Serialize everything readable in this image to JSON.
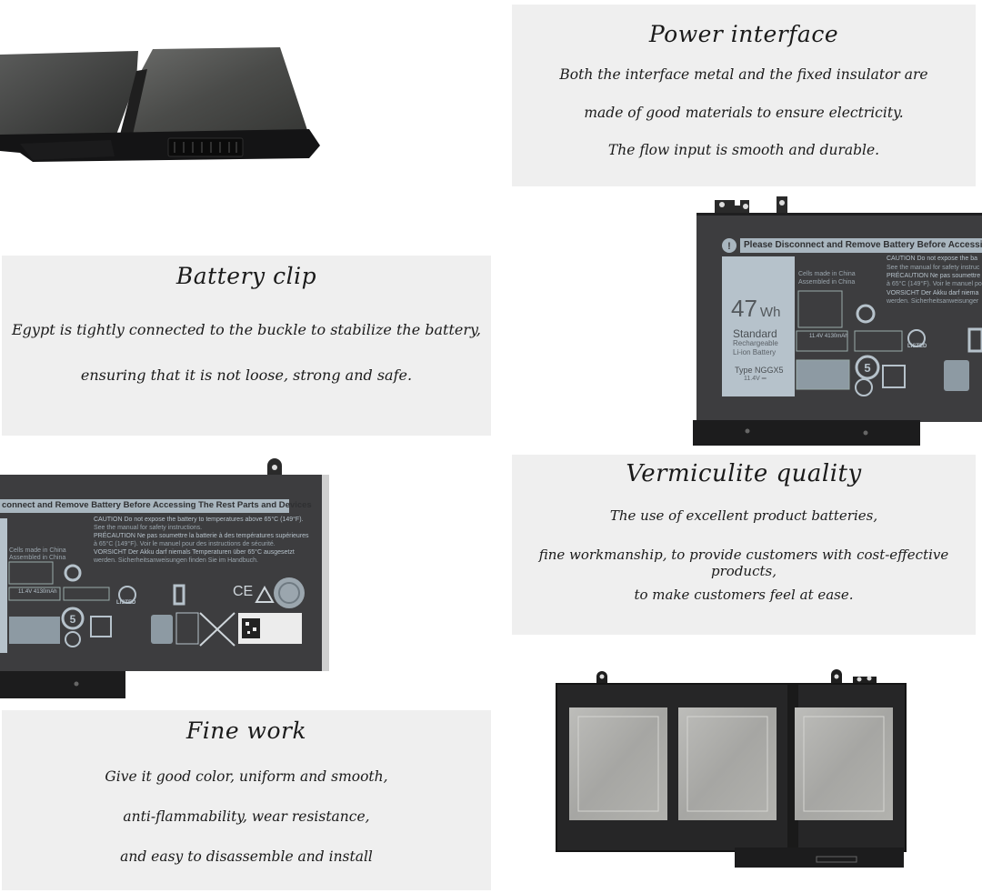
{
  "panels": {
    "power_interface": {
      "title": "Power interface",
      "lines": [
        "Both the interface metal and the fixed insulator are",
        "made of good materials to ensure electricity.",
        "The flow input is smooth and durable."
      ]
    },
    "battery_clip": {
      "title": "Battery clip",
      "lines": [
        "Egypt is tightly connected to the buckle to stabilize the battery,",
        "ensuring that it is not loose, strong and safe."
      ]
    },
    "vermiculite_quality": {
      "title": "Vermiculite quality",
      "lines": [
        "The use of excellent product batteries,",
        "fine workmanship, to provide customers with cost-effective products,",
        "to make customers feel at ease."
      ]
    },
    "fine_work": {
      "title": "Fine work",
      "lines": [
        "Give it good color, uniform and smooth,",
        "anti-flammability, wear resistance,",
        "and easy to disassemble and install"
      ]
    }
  },
  "battery_label_right": {
    "warning_banner": "Please Disconnect and Remove Battery Before Accessing T",
    "capacity": "47",
    "capacity_unit": "Wh",
    "standard": "Standard",
    "rechargeable": "Rechargeable",
    "chemistry": "Li-ion Battery",
    "type": "Type NGGX5",
    "voltage": "11.4V ═",
    "cells_made": "Cells made in China",
    "assembled": "Assembled in China",
    "spec": "11.4V 4130mAh",
    "caution_1": "CAUTION Do not expose the ba",
    "caution_2": "See the manual for safety instruc",
    "precaution_1": "PRÉCAUTION Ne pas soumettre",
    "precaution_2": "à 65°C (149°F). Voir le manuel po",
    "vorsicht_1": "VORSICHT Der Akku darf niema",
    "vorsicht_2": "werden. Sicherheitsanweisunger",
    "ul": "LISTED"
  },
  "battery_label_left": {
    "warning_banner": "connect and Remove Battery Before Accessing The Rest Parts and Devices",
    "caution_1": "CAUTION Do not expose the battery to temperatures above 65°C (149°F).",
    "caution_2": "See the manual for safety instructions.",
    "precaution_1": "PRÉCAUTION Ne pas soumettre la batterie à des températures supérieures",
    "precaution_2": "à 65°C (149°F). Voir le manuel pour des instructions de sécurité.",
    "vorsicht_1": "VORSICHT Der Akku darf niemals Temperaturen über 65°C ausgesetzt",
    "vorsicht_2": "werden. Sicherheitsanweisungen finden Sie im Handbuch.",
    "cells_made": "Cells made in China",
    "assembled": "Assembled in China",
    "spec": "11.4V 4130mAh",
    "ul": "LISTED",
    "ce": "CE"
  },
  "colors": {
    "panel_bg": "#efefef",
    "battery_body": "#3a3a3c",
    "battery_dark": "#1c1c1d",
    "label_blue": "#b6c2cb",
    "banner_blue": "#a9b6bf",
    "cell_silver": "#a9a9a6"
  }
}
